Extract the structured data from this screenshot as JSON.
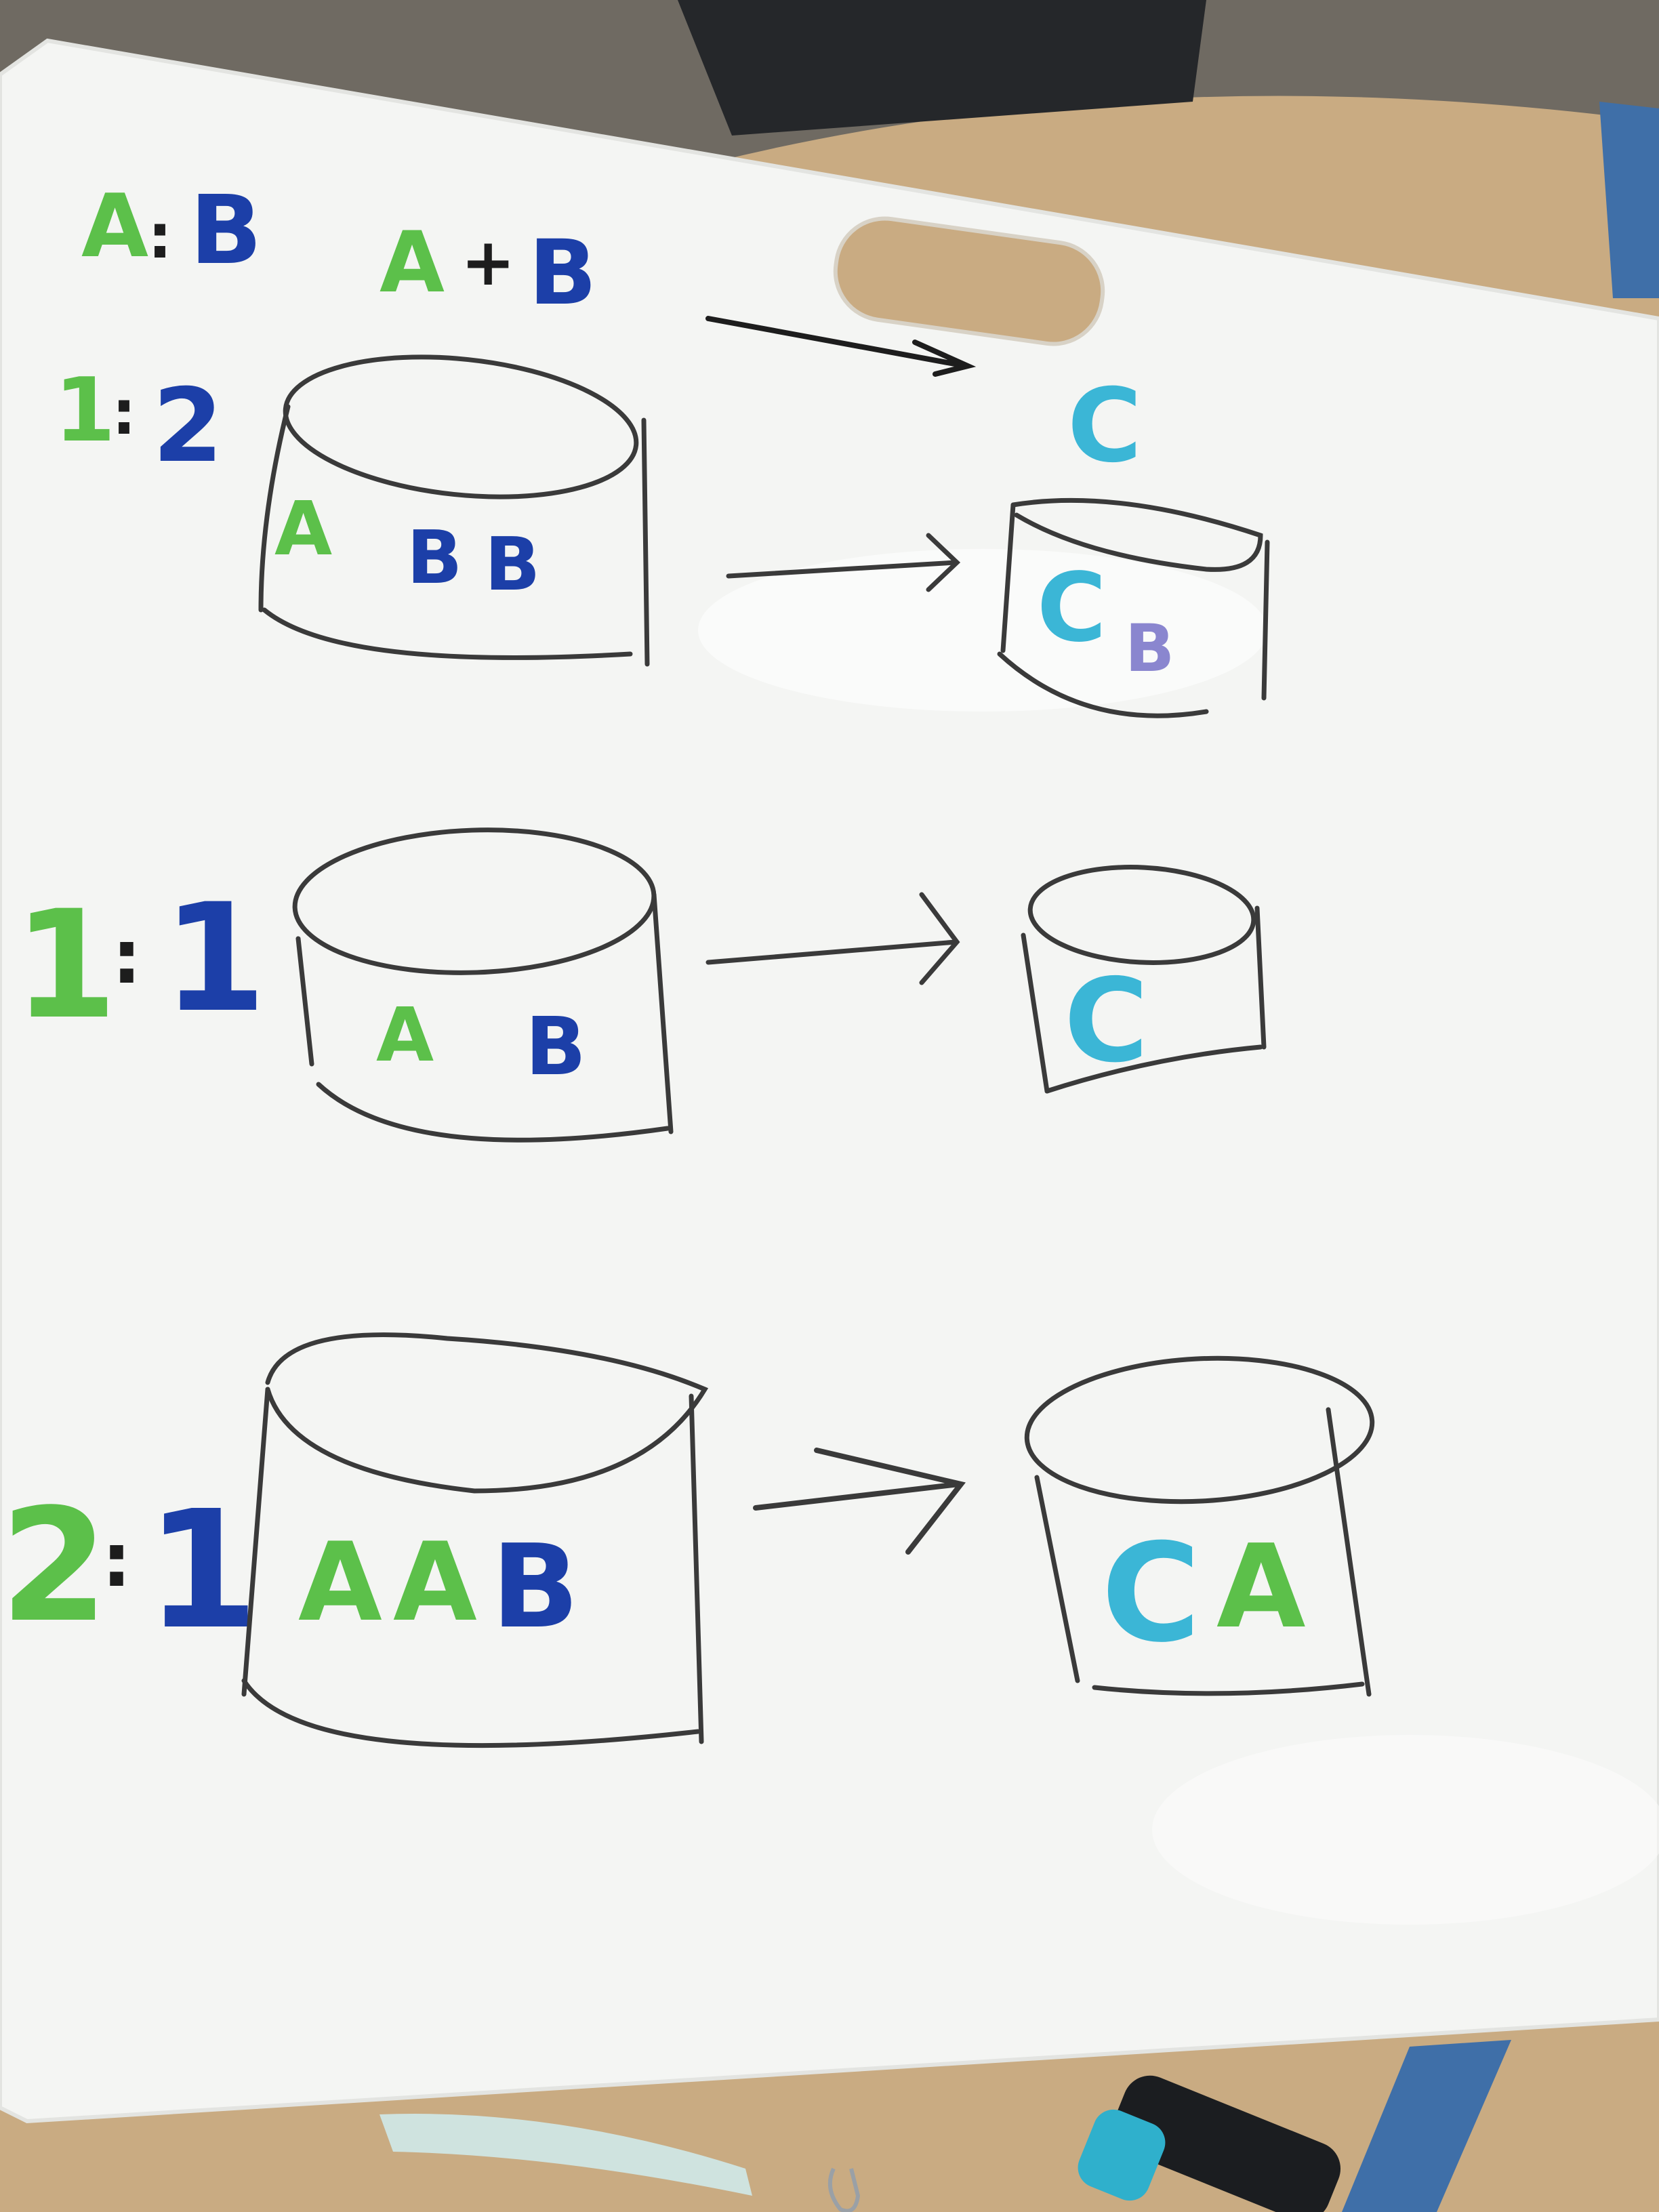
{
  "header": {
    "ratio_label": {
      "a": "A",
      "sep": ":",
      "b": "B"
    },
    "equation": {
      "a": "A",
      "plus": "+",
      "b": "B"
    },
    "product": "C"
  },
  "rows": [
    {
      "ratio": {
        "a": "1",
        "sep": ":",
        "b": "2"
      },
      "reactants": [
        {
          "t": "A",
          "color": "green"
        },
        {
          "t": "B",
          "color": "blue"
        },
        {
          "t": "B",
          "color": "blue"
        }
      ],
      "products": [
        {
          "t": "C",
          "color": "cyan"
        },
        {
          "t": "B",
          "color": "purple"
        }
      ]
    },
    {
      "ratio": {
        "a": "1",
        "sep": ":",
        "b": "1"
      },
      "reactants": [
        {
          "t": "A",
          "color": "green"
        },
        {
          "t": "B",
          "color": "blue"
        }
      ],
      "products": [
        {
          "t": "C",
          "color": "cyan"
        }
      ]
    },
    {
      "ratio": {
        "a": "2",
        "sep": ":",
        "b": "1"
      },
      "reactants": [
        {
          "t": "A",
          "color": "green"
        },
        {
          "t": "A",
          "color": "green"
        },
        {
          "t": "B",
          "color": "blue"
        }
      ],
      "products": [
        {
          "t": "C",
          "color": "cyan"
        },
        {
          "t": "A",
          "color": "green"
        }
      ]
    }
  ],
  "colors": {
    "green": "#5cc04a",
    "blue": "#1c3fa8",
    "cyan": "#3bb6d6",
    "purple": "#8a86cf",
    "black": "#1d1d1d",
    "board": "#f4f5f3",
    "table": "#c9ab82",
    "floor": "#6f6a62",
    "tape": "#3f6fa8"
  },
  "icons": {
    "marker": "marker-icon",
    "paperclip": "paperclip-icon"
  }
}
